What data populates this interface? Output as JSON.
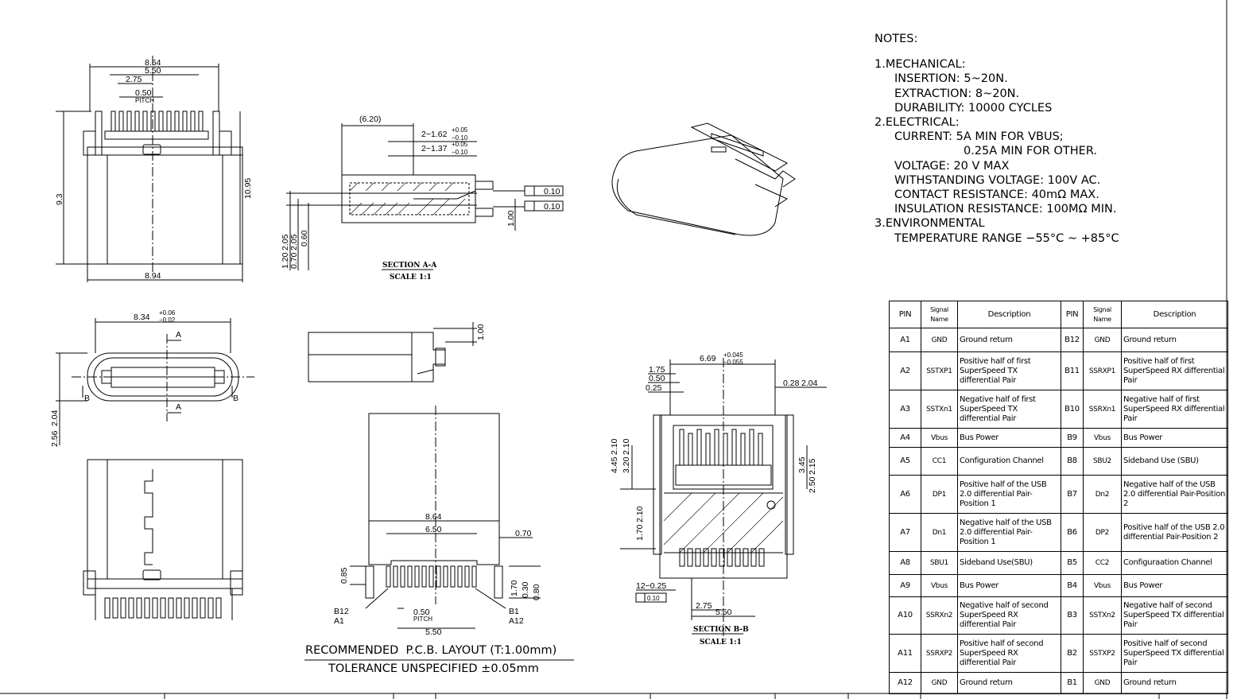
{
  "notes": {
    "heading": "NOTES:",
    "mechanical": "1.MECHANICAL:",
    "insertion": "INSERTION: 5~20N.",
    "extraction": "EXTRACTION: 8~20N.",
    "durability": "DURABILITY: 10000 CYCLES",
    "electrical": "2.ELECTRICAL:",
    "current1": "CURRENT: 5A MIN FOR VBUS;",
    "current2": "0.25A MIN FOR OTHER.",
    "voltage": "VOLTAGE: 20 V MAX",
    "withstanding": "WITHSTANDING VOLTAGE: 100V AC.",
    "contact": "CONTACT RESISTANCE: 40mΩ MAX.",
    "insulation": "INSULATION RESISTANCE: 100MΩ MIN.",
    "environmental": "3.ENVIRONMENTAL",
    "temperature": "TEMPERATURE RANGE −55°C ~ +85°C"
  },
  "pin_table": {
    "headers": [
      "PIN",
      "Signal Name",
      "Description",
      "PIN",
      "Signal Name",
      "Description"
    ],
    "rows": [
      [
        "A1",
        "GND",
        "Ground return",
        "B12",
        "GND",
        "Ground return"
      ],
      [
        "A2",
        "SSTXP1",
        "Positive half of first SuperSpeed TX differential Pair",
        "B11",
        "SSRXP1",
        "Positive half of first SuperSpeed RX differential Pair"
      ],
      [
        "A3",
        "SSTXn1",
        "Negative half of first SuperSpeed TX differential Pair",
        "B10",
        "SSRXn1",
        "Negative half of first SuperSpeed RX differential Pair"
      ],
      [
        "A4",
        "Vbus",
        "Bus Power",
        "B9",
        "Vbus",
        "Bus Power"
      ],
      [
        "A5",
        "CC1",
        "Configuration Channel",
        "B8",
        "SBU2",
        "Sideband Use (SBU)"
      ],
      [
        "A6",
        "DP1",
        "Positive half of the USB 2.0 differential Pair-Position 1",
        "B7",
        "Dn2",
        "Negative half of the USB 2.0 differential Pair-Position 2"
      ],
      [
        "A7",
        "Dn1",
        "Negative half of the USB 2.0 differential Pair-Position 1",
        "B6",
        "DP2",
        "Positive half of the USB 2.0 differential Pair-Position 2"
      ],
      [
        "A8",
        "SBU1",
        "Sideband Use(SBU)",
        "B5",
        "CC2",
        "Configuraation Channel"
      ],
      [
        "A9",
        "Vbus",
        "Bus Power",
        "B4",
        "Vbus",
        "Bus Power"
      ],
      [
        "A10",
        "SSRXn2",
        "Negative half of second SuperSpeed RX differential Pair",
        "B3",
        "SSTXn2",
        "Negative half of second SuperSpeed TX differential Pair"
      ],
      [
        "A11",
        "SSRXP2",
        "Positive half of second SuperSpeed RX differential Pair",
        "B2",
        "SSTXP2",
        "Positive half of second SuperSpeed TX differential Pair"
      ],
      [
        "A12",
        "GND",
        "Ground return",
        "B1",
        "GND",
        "Ground return"
      ]
    ]
  },
  "front_view": {
    "d864": "8.64",
    "d550": "5.50",
    "d275": "2.75",
    "d050": "0.50",
    "pitch": "PITCH",
    "d93": "9.3",
    "d1095": "10.95",
    "d894": "8.94"
  },
  "section_aa": {
    "d620": "(6.20)",
    "d162": "2−1.62",
    "d162tol_up": "+0.05",
    "d162tol_dn": "−0.10",
    "d137": "2−1.37",
    "d137tol_up": "+0.05",
    "d137tol_dn": "−0.10",
    "flat1": "0.10",
    "flat2": "0.10",
    "d100": "1.00",
    "d120": "1.20",
    "d205": "2.05",
    "d070": "0.70",
    "d205b": "2.05",
    "d060": "0.60",
    "title": "SECTION A-A",
    "scale": "SCALE 1:1"
  },
  "plug_view": {
    "d834": "8.34",
    "tol_up": "+0.06",
    "tol_dn": "−0.02",
    "cut_a": "A",
    "cut_b": "B",
    "d256": "2.56",
    "d204": "2.04"
  },
  "side_view": {
    "d100": "1.00"
  },
  "pcb": {
    "d864": "8.64",
    "d650": "6.50",
    "d070": "0.70",
    "d085": "0.85",
    "d170": "1.70",
    "d030": "0.30",
    "d080": "0.80",
    "d050": "0.50",
    "pitch": "PITCH",
    "d550": "5.50",
    "b12": "B12",
    "a1": "A1",
    "b1": "B1",
    "a12": "A12",
    "title": "RECOMMENDED  P.C.B. LAYOUT (T:1.00mm)",
    "tolerance": "TOLERANCE UNSPECIFIED ±0.05mm"
  },
  "section_bb": {
    "d669": "6.69",
    "tol_up": "+0.045",
    "tol_dn": "−0.055",
    "d175": "1.75",
    "d050": "0.50",
    "d025": "0.25",
    "d028": "0.28",
    "d204": "2.04",
    "d445": "4.45",
    "d210": "2.10",
    "d320": "3.20",
    "d210b": "2.10",
    "d345": "3.45",
    "d250": "2.50",
    "d215": "2.15",
    "d170": "1.70",
    "d210c": "2.10",
    "d12": "12−0.25",
    "pos": "0.10",
    "d275": "2.75",
    "d550": "5.50",
    "title": "SECTION B-B",
    "scale": "SCALE 1:1"
  }
}
